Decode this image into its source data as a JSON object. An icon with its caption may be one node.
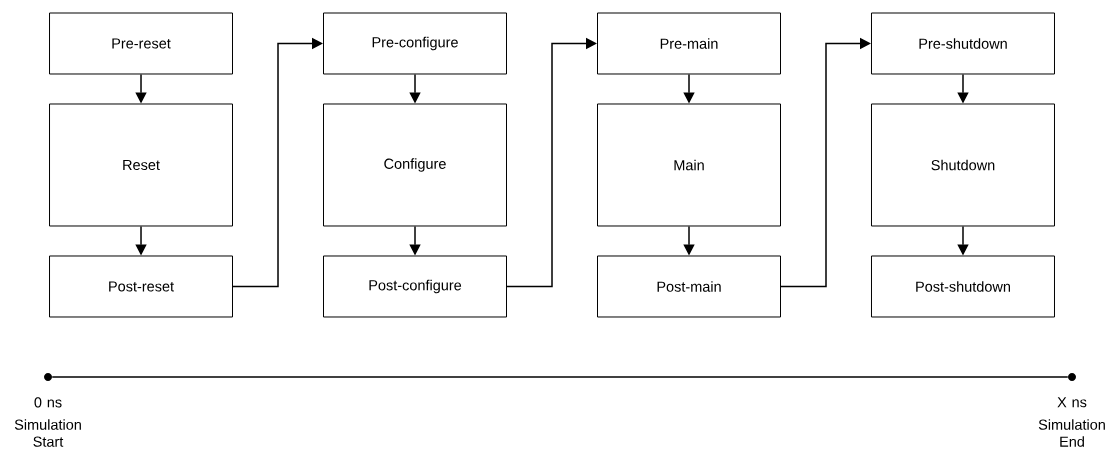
{
  "diagram": {
    "nodes": [
      {
        "text": [
          "Pre-reset"
        ]
      },
      {
        "text": [
          "Reset"
        ]
      },
      {
        "text": [
          "Post-reset"
        ]
      },
      {
        "text": [
          "Pre-configure"
        ]
      },
      {
        "text": [
          "Configure"
        ]
      },
      {
        "text": [
          "Post-configure"
        ]
      },
      {
        "text": [
          "Pre-main"
        ]
      },
      {
        "text": [
          "Main"
        ]
      },
      {
        "text": [
          "Post-main"
        ]
      },
      {
        "text": [
          "Pre-shutdown"
        ]
      },
      {
        "text": [
          "Shutdown"
        ]
      },
      {
        "text": [
          "Post-shutdown"
        ]
      },
      {
        "text": [],
        "shape": "circle",
        "beside": [
          "0 ns",
          "Simulation Start"
        ]
      },
      {
        "text": [],
        "shape": "circle",
        "beside": [
          "X ns",
          "Simulation End"
        ]
      }
    ],
    "edges": [
      {
        "from": 0,
        "to": 1,
        "arrow": "to"
      },
      {
        "from": 1,
        "to": 2,
        "arrow": "to"
      },
      {
        "from": 2,
        "to": 3,
        "arrow": "to"
      },
      {
        "from": 3,
        "to": 4,
        "arrow": "to"
      },
      {
        "from": 4,
        "to": 5,
        "arrow": "to"
      },
      {
        "from": 5,
        "to": 6,
        "arrow": "to"
      },
      {
        "from": 6,
        "to": 7,
        "arrow": "to"
      },
      {
        "from": 7,
        "to": 8,
        "arrow": "to"
      },
      {
        "from": 8,
        "to": 9,
        "arrow": "to"
      },
      {
        "from": 9,
        "to": 10,
        "arrow": "to"
      },
      {
        "from": 10,
        "to": 11,
        "arrow": "to"
      },
      {
        "from": 12,
        "to": 13,
        "arrow": "none"
      }
    ]
  }
}
